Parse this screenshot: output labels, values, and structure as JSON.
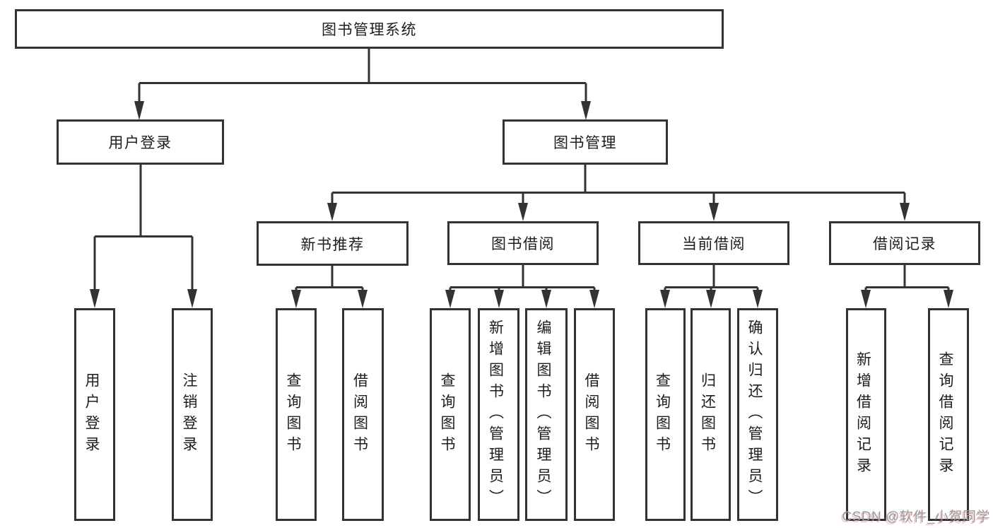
{
  "diagram": {
    "root": {
      "label": "图书管理系统"
    },
    "login_branch": {
      "label": "用户登录",
      "children": [
        {
          "label": "用户登录"
        },
        {
          "label": "注销登录"
        }
      ]
    },
    "management_branch": {
      "label": "图书管理",
      "groups": [
        {
          "label": "新书推荐",
          "children": [
            {
              "label": "查询图书"
            },
            {
              "label": "借阅图书"
            }
          ]
        },
        {
          "label": "图书借阅",
          "children": [
            {
              "label": "查询图书"
            },
            {
              "label": "新增图书（管理员）"
            },
            {
              "label": "编辑图书（管理员）"
            },
            {
              "label": "借阅图书"
            }
          ]
        },
        {
          "label": "当前借阅",
          "children": [
            {
              "label": "查询图书"
            },
            {
              "label": "归还图书"
            },
            {
              "label": "确认归还（管理员）"
            }
          ]
        },
        {
          "label": "借阅记录",
          "children": [
            {
              "label": "新增借阅记录"
            },
            {
              "label": "查询借阅记录"
            }
          ]
        }
      ]
    },
    "watermark": "CSDN @软件_小贺同学",
    "colors": {
      "line": "#333333",
      "text": "#1d1d1f",
      "background": "#ffffff",
      "watermark": "#9a9a9a"
    }
  }
}
